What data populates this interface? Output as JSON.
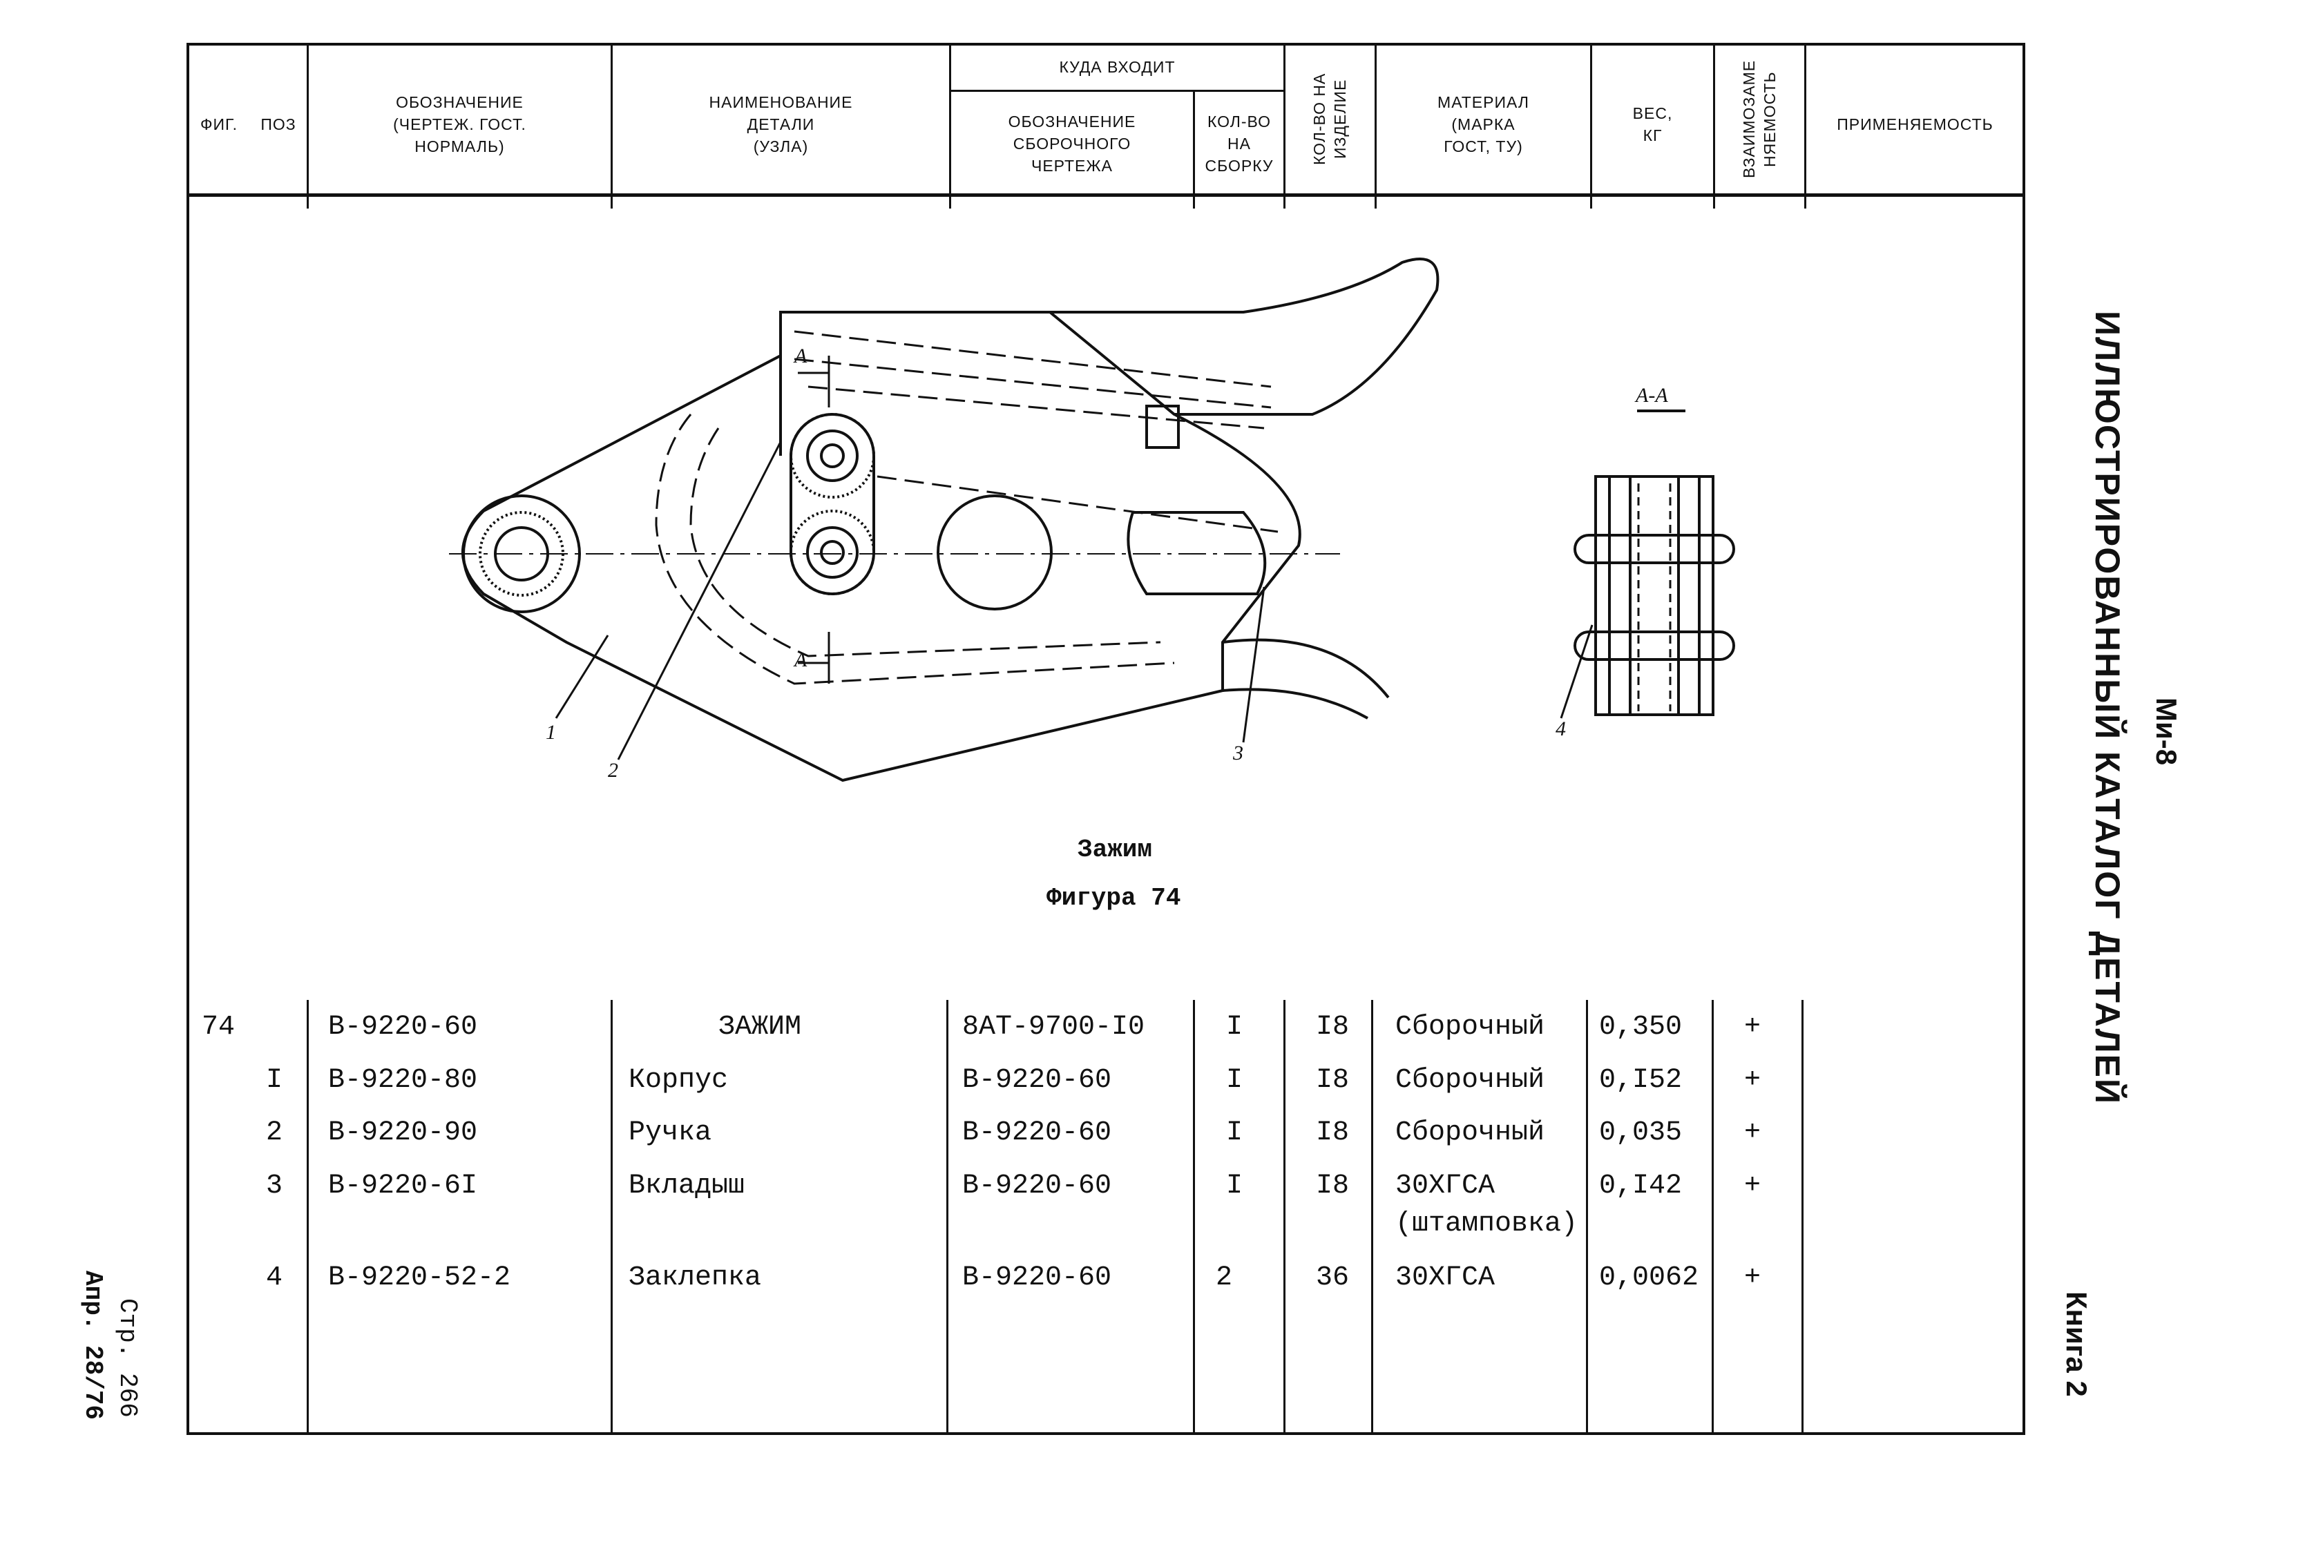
{
  "header": {
    "fig": "ФИГ.",
    "pos": "ПОЗ",
    "designation": "ОБОЗНАЧЕНИЕ\n(ЧЕРТЕЖ. ГОСТ.\nНОРМАЛЬ)",
    "name": "НАИМЕНОВАНИЕ\nДЕТАЛИ\n(УЗЛА)",
    "where_used": "КУДА ВХОДИТ",
    "assembly_drawing": "ОБОЗНАЧЕНИЕ\nСБОРОЧНОГО\nЧЕРТЕЖА",
    "qty_assembly": "КОЛ-ВО\nНА\nСБОРКУ",
    "qty_product": "КОЛ-ВО НА\nИЗДЕЛИЕ",
    "material": "МАТЕРИАЛ\n(МАРКА\nГОСТ, ТУ)",
    "weight": "ВЕС,\nКГ",
    "interchange": "ВЗАИМОЗАМЕ\nНЯЕМОСТЬ",
    "applicability": "ПРИМЕНЯЕМОСТЬ"
  },
  "figure": {
    "title": "Зажим",
    "number": "Фигура 74",
    "section_label": "А-А",
    "arrow_label_a": "А",
    "callouts": [
      "1",
      "2",
      "3",
      "4"
    ]
  },
  "rows": [
    {
      "fig": "74",
      "pos": "",
      "designation": "В-9220-60",
      "name": "ЗАЖИМ",
      "assembly": "8АТ-9700-I0",
      "qty_asm": "I",
      "qty_prod": "I8",
      "material": "Сборочный",
      "material2": "",
      "weight": "0,350",
      "interch": "+"
    },
    {
      "fig": "",
      "pos": "I",
      "designation": "В-9220-80",
      "name": "Корпус",
      "assembly": "В-9220-60",
      "qty_asm": "I",
      "qty_prod": "I8",
      "material": "Сборочный",
      "material2": "",
      "weight": "0,I52",
      "interch": "+"
    },
    {
      "fig": "",
      "pos": "2",
      "designation": "В-9220-90",
      "name": "Ручка",
      "assembly": "В-9220-60",
      "qty_asm": "I",
      "qty_prod": "I8",
      "material": "Сборочный",
      "material2": "",
      "weight": "0,035",
      "interch": "+"
    },
    {
      "fig": "",
      "pos": "3",
      "designation": "В-9220-6I",
      "name": "Вкладыш",
      "assembly": "В-9220-60",
      "qty_asm": "I",
      "qty_prod": "I8",
      "material": "30ХГСА",
      "material2": "(штамповка)",
      "weight": "0,I42",
      "interch": "+"
    },
    {
      "fig": "",
      "pos": "4",
      "designation": "В-9220-52-2",
      "name": "Заклепка",
      "assembly": "В-9220-60",
      "qty_asm": "2",
      "qty_prod": "36",
      "material": "30ХГСА",
      "material2": "",
      "weight": "0,0062",
      "interch": "+"
    }
  ],
  "side_right": {
    "model": "Ми-8",
    "catalog": "ИЛЛЮСТРИРОВАННЫЙ КАТАЛОГ ДЕТАЛЕЙ",
    "book": "Книга 2"
  },
  "side_left": {
    "page": "Стр. 266",
    "date": "Апр. 28/76"
  }
}
